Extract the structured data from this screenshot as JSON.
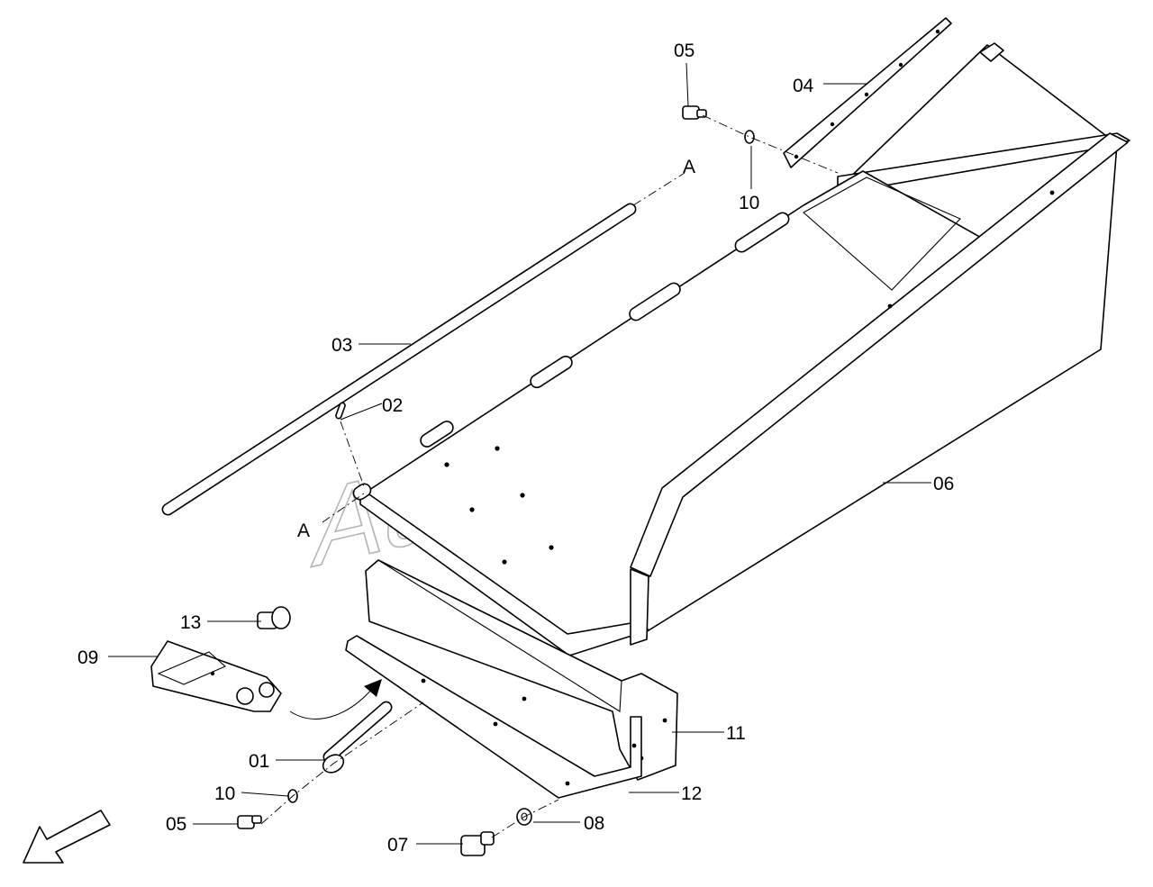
{
  "watermark": "AutoSoft",
  "labels": {
    "p01": "01",
    "p02": "02",
    "p03": "03",
    "p04": "04",
    "p05_top": "05",
    "p05_bottom": "05",
    "p06": "06",
    "p07": "07",
    "p08": "08",
    "p09": "09",
    "p10_top": "10",
    "p10_bottom": "10",
    "p11": "11",
    "p12": "12",
    "p13": "13",
    "a_top": "A",
    "a_bottom": "A"
  },
  "colors": {
    "line": "#000000",
    "background": "#ffffff",
    "watermark": "#b4b4b4"
  },
  "icons": {
    "direction_arrow": "arrow-down-left-icon"
  }
}
